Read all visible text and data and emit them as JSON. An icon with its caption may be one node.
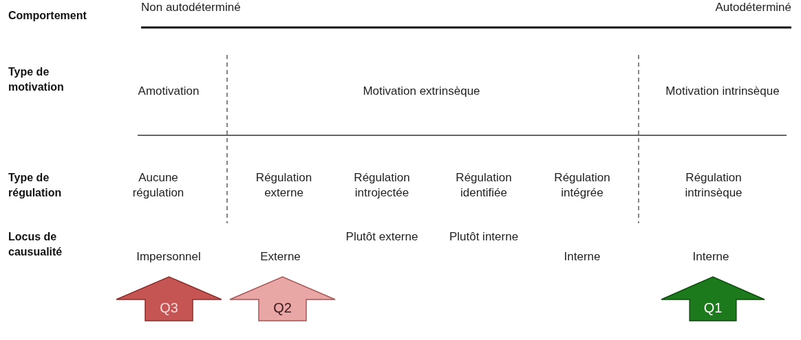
{
  "diagram": {
    "nodes": [
      {
        "text": [
          "Q3"
        ]
      },
      {
        "text": [
          "Q2"
        ]
      },
      {
        "text": [
          "Q1"
        ]
      }
    ],
    "labels": [
      "Comportement",
      "Non autodéterminé",
      "Autodéterminé",
      "Type de motivation",
      "Amotivation",
      "Motivation extrinsèque",
      "Motivation intrinsèque",
      "Type de régulation",
      "Aucune régulation",
      "Régulation externe",
      "Régulation introjectée",
      "Régulation identifiée",
      "Régulation intégrée",
      "Régulation intrinsèque",
      "Locus de causualité",
      "Impersonnel",
      "Externe",
      "Plutôt externe",
      "Plutôt interne",
      "Interne",
      "Interne"
    ]
  }
}
